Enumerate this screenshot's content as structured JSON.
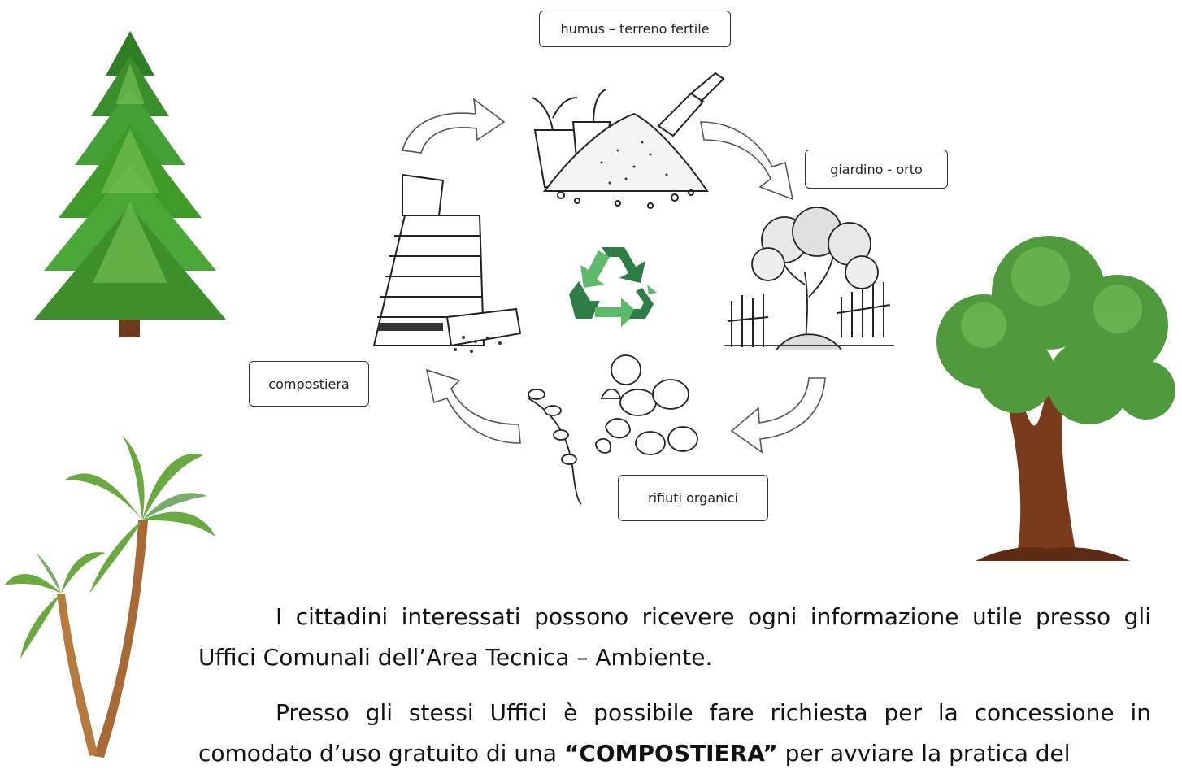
{
  "diagram": {
    "labels": {
      "humus": "humus – terreno fertile",
      "giardino": "giardino - orto",
      "compostiera": "compostiera",
      "rifiuti": "rifiuti organici"
    }
  },
  "text": {
    "p1": "I cittadini interessati possono ricevere ogni informazione utile presso gli Uffici Comunali dell’Area Tecnica – Ambiente.",
    "p2_before": "Presso gli stessi Uffici è possibile fare richiesta per la concessione in comodato d’uso gratuito di una ",
    "p2_bold": "“COMPOSTIERA”",
    "p2_after": " per avviare la pratica del"
  },
  "colors": {
    "pine": "#3f9a2a",
    "oak_leaves": "#4f9a3c",
    "trunk": "#7a3b1d",
    "palm": "#6aa840",
    "recycle_dark": "#2e7d46",
    "recycle_light": "#5dba6a"
  }
}
